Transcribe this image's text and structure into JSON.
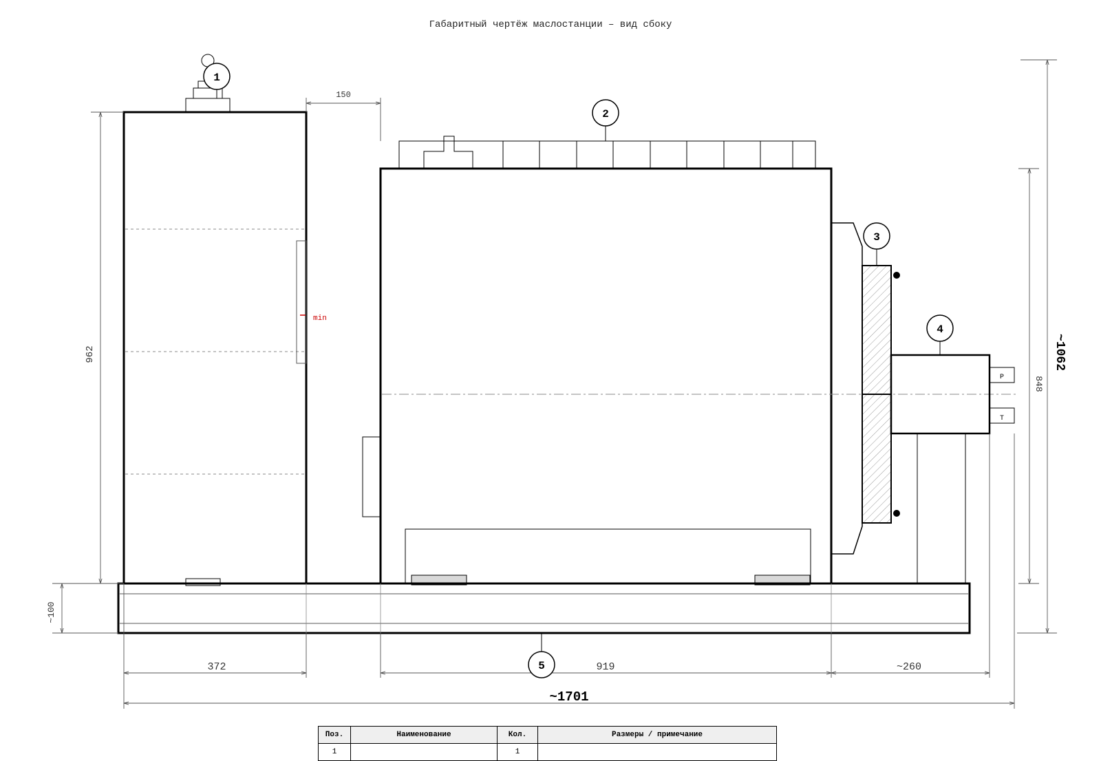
{
  "title": "Габаритный чертёж маслостанции – вид сбоку",
  "dimensions": {
    "top_gap": "150",
    "tank_height": "962",
    "base_height": "~100",
    "motor_height": "848",
    "overall_height": "~1062",
    "tank_width": "372",
    "motor_width": "919",
    "pump_width": "~260",
    "overall_width": "~1701"
  },
  "labels": {
    "min_level": "min",
    "port_p": "P",
    "port_t": "T"
  },
  "balloons": [
    "1",
    "2",
    "3",
    "4",
    "5"
  ],
  "spec_table": {
    "headers": [
      "Поз.",
      "Наименование",
      "Кол.",
      "Размеры / примечание"
    ],
    "rows": [
      [
        "1",
        "",
        "1",
        ""
      ]
    ]
  },
  "colors": {
    "line": "#000000",
    "dim": "#555555",
    "min_mark": "#cc0000",
    "foot_fill": "#d9d9d9"
  }
}
